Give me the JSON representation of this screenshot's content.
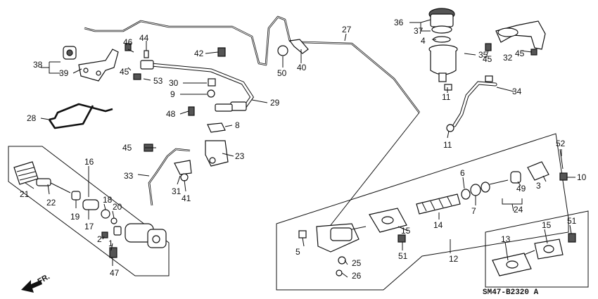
{
  "diagram": {
    "code": "SM47-B2320 A",
    "direction_label": "FR.",
    "callouts": {
      "c1": "1",
      "c2": "2",
      "c3": "3",
      "c4": "4",
      "c5": "5",
      "c6": "6",
      "c7": "7",
      "c8": "8",
      "c9": "9",
      "c10": "10",
      "c11a": "11",
      "c11b": "11",
      "c12": "12",
      "c13": "13",
      "c14": "14",
      "c15a": "15",
      "c15b": "15",
      "c16": "16",
      "c17": "17",
      "c18": "18",
      "c19": "19",
      "c20": "20",
      "c21": "21",
      "c22": "22",
      "c23": "23",
      "c24": "24",
      "c25": "25",
      "c26": "26",
      "c27": "27",
      "c28": "28",
      "c29": "29",
      "c30": "30",
      "c31": "31",
      "c32": "32",
      "c33": "33",
      "c34": "34",
      "c35": "35",
      "c36": "36",
      "c37": "37",
      "c38": "38",
      "c39": "39",
      "c40": "40",
      "c41": "41",
      "c42": "42",
      "c44": "44",
      "c45a": "45",
      "c45b": "45",
      "c45c": "45",
      "c46": "46",
      "c47": "47",
      "c48": "48",
      "c49": "49",
      "c50": "50",
      "c51a": "51",
      "c51b": "51",
      "c52": "52",
      "c53": "53"
    }
  }
}
